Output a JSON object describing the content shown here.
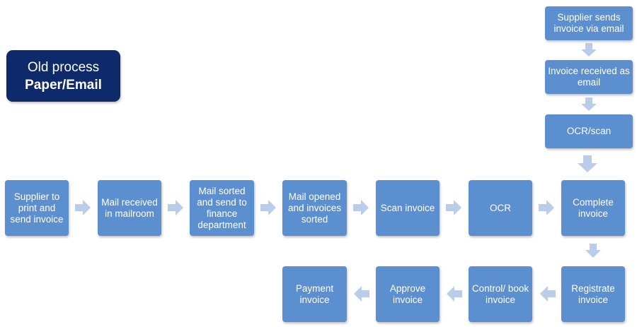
{
  "title": {
    "line1": "Old process",
    "line2": "Paper/Email"
  },
  "steps": {
    "supplier_sends": "Supplier sends invoice via email",
    "invoice_received_email": "Invoice received as email",
    "ocr_scan": "OCR/scan",
    "supplier_print": "Supplier to print and send invoice",
    "mail_received": "Mail received in mailroom",
    "mail_sorted": "Mail sorted and send to finance department",
    "mail_opened": "Mail opened and invoices sorted",
    "scan_invoice": "Scan invoice",
    "ocr": "OCR",
    "complete_invoice": "Complete invoice",
    "registrate_invoice": "Registrate invoice",
    "control_book_invoice": "Control/ book invoice",
    "approve_invoice": "Approve invoice",
    "payment_invoice": "Payment invoice"
  },
  "colors": {
    "box": "#5b8fd0",
    "title_box": "#0e2a6b",
    "arrow": "#b9cdea",
    "text": "#ffffff"
  }
}
